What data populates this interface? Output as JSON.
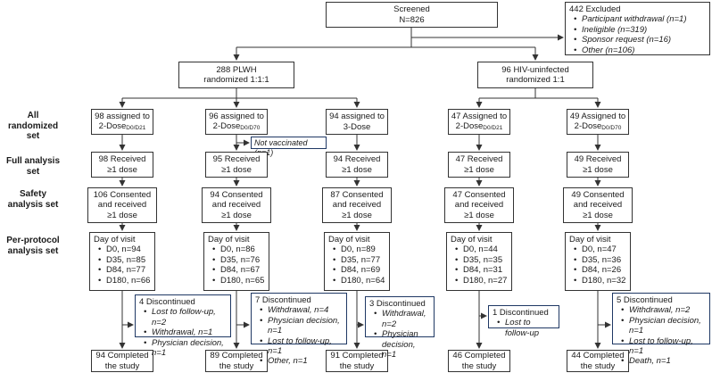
{
  "screened": {
    "title": "Screened",
    "n": "N=826"
  },
  "excluded": {
    "title": "442 Excluded",
    "items": [
      "Participant withdrawal  (n=1)",
      "Ineligible (n=319)",
      "Sponsor request (n=16)",
      "Other (n=106)"
    ]
  },
  "plwh": {
    "line1": "288 PLWH",
    "line2": "randomized 1:1:1"
  },
  "hivneg": {
    "line1": "96 HIV-uninfected",
    "line2": "randomized 1:1"
  },
  "labels": {
    "randomized": "All randomized set",
    "full": "Full analysis set",
    "safety": "Safety analysis set",
    "perprotocol": "Per-protocol analysis set"
  },
  "groups": [
    {
      "assigned": "98 assigned to",
      "regimen": "2-Dose",
      "sub": "D0/D21",
      "full": "98 Received",
      "full2": "≥1 dose",
      "safety": "106 Consented",
      "safety2": "and received",
      "safety3": "≥1 dose",
      "visit_title": "Day of visit",
      "visits": [
        "D0, n=94",
        "D35, n=85",
        "D84, n=77",
        "D180, n=66"
      ],
      "completed": "94 Completed",
      "completed2": "the study"
    },
    {
      "assigned": "96 assigned to",
      "regimen": "2-Dose",
      "sub": "D0/D70",
      "full": "95 Received",
      "full2": "≥1 dose",
      "safety": "94 Consented",
      "safety2": "and received",
      "safety3": "≥1 dose",
      "visit_title": "Day of visit",
      "visits": [
        "D0, n=86",
        "D35, n=76",
        "D84, n=67",
        "D180, n=65"
      ],
      "completed": "89 Completed",
      "completed2": "the study"
    },
    {
      "assigned": "94 assigned to",
      "regimen": "3-Dose",
      "sub": "",
      "full": "94 Received",
      "full2": "≥1 dose",
      "safety": "87 Consented",
      "safety2": "and received",
      "safety3": "≥1 dose",
      "visit_title": "Day of visit",
      "visits": [
        "D0, n=89",
        "D35, n=77",
        "D84, n=69",
        "D180, n=64"
      ],
      "completed": "91 Completed",
      "completed2": "the study"
    },
    {
      "assigned": "47 Assigned to",
      "regimen": "2-Dose",
      "sub": "D0/D21",
      "full": "47 Received",
      "full2": "≥1 dose",
      "safety": "47 Consented",
      "safety2": "and received",
      "safety3": "≥1 dose",
      "visit_title": "Day of visit",
      "visits": [
        "D0, n=44",
        "D35, n=35",
        "D84, n=31",
        "D180, n=27"
      ],
      "completed": "46 Completed",
      "completed2": "the study"
    },
    {
      "assigned": "49 Assigned to",
      "regimen": "2-Dose",
      "sub": "D0/D70",
      "full": "49 Received",
      "full2": "≥1 dose",
      "safety": "49 Consented",
      "safety2": "and received",
      "safety3": "≥1 dose",
      "visit_title": "Day of visit",
      "visits": [
        "D0, n=47",
        "D35, n=36",
        "D84, n=26",
        "D180, n=32"
      ],
      "completed": "44 Completed",
      "completed2": "the study"
    }
  ],
  "not_vaccinated": "Not vaccinated (n=1)",
  "discontinued": [
    {
      "title": "4 Discontinued",
      "items": [
        "Lost to follow-up,  n=2",
        "Withdrawal,  n=1",
        "Physician decision,  n=1"
      ]
    },
    {
      "title": "7 Discontinued",
      "items": [
        "Withdrawal,  n=4",
        "Physician decision,  n=1",
        "Lost to follow-up,  n=1",
        "Other,  n=1"
      ]
    },
    {
      "title": "3 Discontinued",
      "items": [
        "Withdrawal,  n=2",
        "Physician decision,  n=1"
      ]
    },
    {
      "title": "1 Discontinued",
      "items": [
        "Lost to follow-up"
      ]
    },
    {
      "title": "5 Discontinued",
      "items": [
        "Withdrawal,  n=2",
        "Physician decision,  n=1",
        "Lost to follow-up,  n=1",
        "Death,  n=1"
      ]
    }
  ]
}
